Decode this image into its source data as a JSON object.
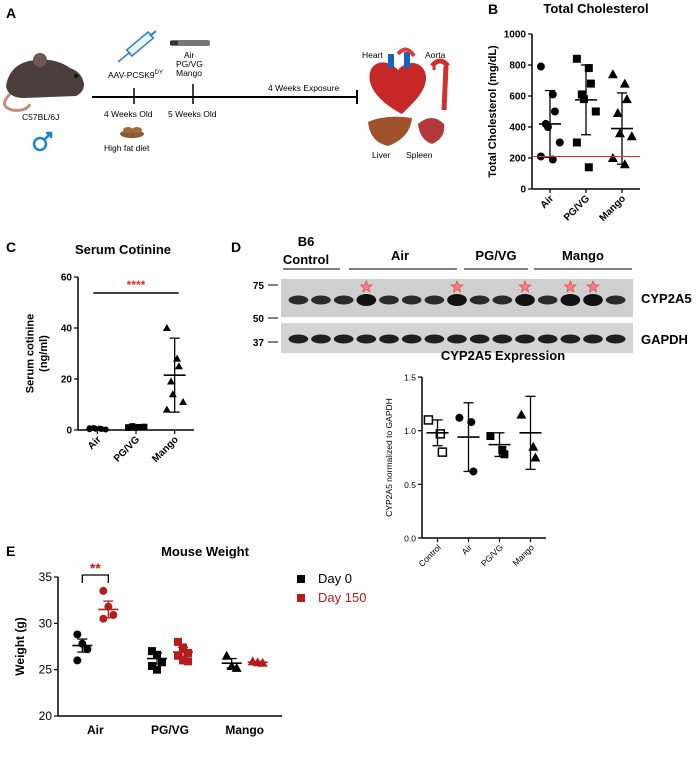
{
  "panels": {
    "A": {
      "label": "A",
      "strain": "C57BL/6J",
      "injection": "AAV-PCSK9",
      "injection_sup": "DY",
      "exposures": [
        "Air",
        "PG/VG",
        "Mango"
      ],
      "age1": "4 Weeks Old",
      "age2": "5 Weeks Old",
      "diet": "High fat diet",
      "duration": "4 Weeks Exposure",
      "organs": [
        "Heart",
        "Aorta",
        "Liver",
        "Spleen"
      ]
    },
    "B": {
      "label": "B"
    },
    "C": {
      "label": "C"
    },
    "D": {
      "label": "D",
      "groups": [
        "B6\nControl",
        "Air",
        "PG/VG",
        "Mango"
      ],
      "mw_markers": [
        "75",
        "50",
        "37"
      ],
      "bands": [
        "CYP2A5",
        "GAPDH"
      ]
    },
    "E": {
      "label": "E"
    }
  },
  "chart_data": [
    {
      "id": "total-cholesterol",
      "type": "scatter",
      "title": "Total Cholesterol",
      "ylabel": "Total Cholesterol (mg/dL)",
      "categories": [
        "Air",
        "PG/VG",
        "Mango"
      ],
      "ylim": [
        0,
        1000
      ],
      "yticks": [
        0,
        200,
        400,
        600,
        800,
        1000
      ],
      "reference_line": 210,
      "reference_color": "#e0302c",
      "markers": [
        "circle",
        "square",
        "triangle"
      ],
      "points": [
        [
          790,
          610,
          500,
          420,
          400,
          300,
          210,
          190
        ],
        [
          840,
          780,
          680,
          610,
          580,
          500,
          300,
          140
        ],
        [
          740,
          680,
          580,
          490,
          360,
          340,
          200,
          160
        ]
      ],
      "mean": [
        420,
        575,
        390
      ],
      "sd": [
        215,
        225,
        230
      ]
    },
    {
      "id": "serum-cotinine",
      "type": "scatter",
      "title": "Serum Cotinine",
      "ylabel": "Serum cotinine\n(ng/ml)",
      "categories": [
        "Air",
        "PG/VG",
        "Mango"
      ],
      "ylim": [
        0,
        60
      ],
      "yticks": [
        0,
        20,
        40,
        60
      ],
      "markers": [
        "circle",
        "square",
        "triangle"
      ],
      "points": [
        [
          0.3,
          0.6,
          0.4,
          0.8,
          0.5,
          0.2,
          0.7
        ],
        [
          0.8,
          1.2,
          1.0,
          1.5,
          0.9,
          1.3,
          1.1
        ],
        [
          40,
          28,
          25,
          19,
          14,
          11,
          8
        ]
      ],
      "mean": [
        0.5,
        1.1,
        21.5
      ],
      "sd": [
        0.3,
        0.3,
        14.5
      ],
      "significance": "****",
      "significance_color": "#e0302c"
    },
    {
      "id": "cyp2a5-expression",
      "type": "scatter",
      "title": "CYP2A5 Expression",
      "ylabel": "CYP2A5 normalized to GAPDH",
      "categories": [
        "Control",
        "Air",
        "PG/VG",
        "Mango"
      ],
      "ylim": [
        0,
        1.5
      ],
      "yticks": [
        "0.0",
        "0.5",
        "1.0",
        "1.5"
      ],
      "markers": [
        "open-square",
        "circle",
        "square",
        "triangle"
      ],
      "points": [
        [
          1.1,
          0.97,
          0.8
        ],
        [
          1.12,
          1.08,
          0.62
        ],
        [
          0.95,
          0.82,
          0.78
        ],
        [
          1.15,
          0.85,
          0.75
        ]
      ],
      "mean": [
        0.98,
        0.94,
        0.87,
        0.98
      ],
      "sd": [
        0.12,
        0.32,
        0.11,
        0.34
      ]
    },
    {
      "id": "mouse-weight",
      "type": "scatter",
      "title": "Mouse Weight",
      "ylabel": "Weight (g)",
      "categories": [
        "Air",
        "PG/VG",
        "Mango"
      ],
      "ylim": [
        20,
        35
      ],
      "yticks": [
        20,
        25,
        30,
        35
      ],
      "series": [
        {
          "name": "Day 0",
          "color": "#000000",
          "points": [
            [
              28.8,
              27.8,
              27.2,
              26.0
            ],
            [
              27.0,
              26.6,
              25.8,
              25.4,
              25.0
            ],
            [
              26.5,
              25.4,
              25.2
            ]
          ],
          "mean": [
            27.6,
            26.2,
            25.7
          ],
          "sem": [
            0.7,
            0.6,
            0.5
          ]
        },
        {
          "name": "Day 150",
          "color": "#b71c1c",
          "points": [
            [
              33.5,
              31.8,
              30.9,
              30.5
            ],
            [
              28.0,
              27.4,
              26.8,
              26.5,
              26.0,
              25.9
            ],
            [
              25.9,
              25.8,
              25.75
            ]
          ],
          "mean": [
            31.5,
            26.9,
            25.8
          ],
          "sem": [
            0.9,
            0.5,
            0.1
          ]
        }
      ],
      "significance": "**",
      "significance_color": "#b71c1c",
      "legend": "right"
    }
  ]
}
